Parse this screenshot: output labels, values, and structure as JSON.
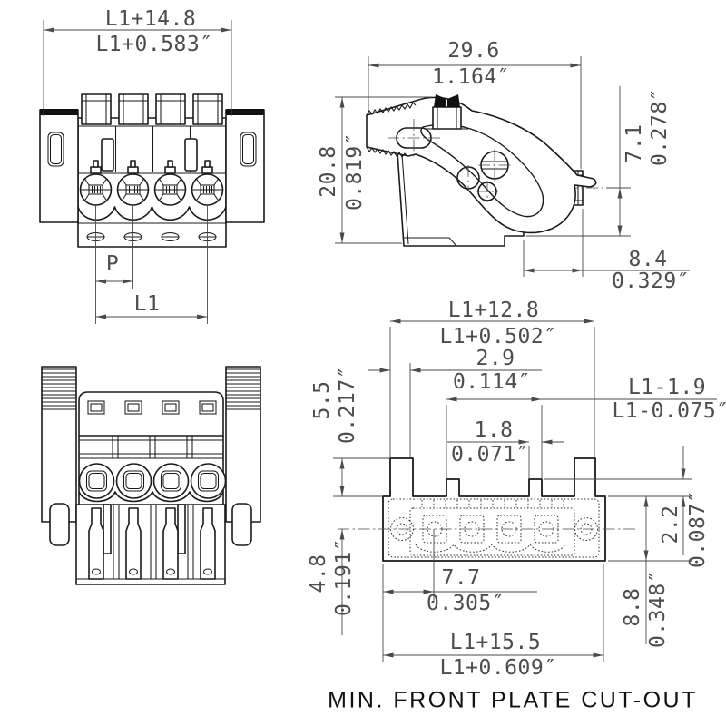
{
  "title": "MIN. FRONT PLATE CUT-OUT",
  "views": {
    "front": {
      "width": {
        "mm": "L1+14.8",
        "inch": "L1+0.583″"
      },
      "pitch": "P",
      "length": "L1"
    },
    "side": {
      "width": {
        "mm": "29.6",
        "inch": "1.164″"
      },
      "height": {
        "mm": "20.8",
        "inch": "0.819″"
      },
      "plug_height": {
        "mm": "7.1",
        "inch": "0.278″"
      },
      "plug_depth": {
        "mm": "8.4",
        "inch": "0.329″"
      }
    },
    "cutout": {
      "outer_tab_span": {
        "mm": "L1+12.8",
        "inch": "L1+0.502″"
      },
      "tab_width": {
        "mm": "2.9",
        "inch": "0.114″"
      },
      "inner_tab_span": {
        "mm": "L1-1.9",
        "inch": "L1-0.075″"
      },
      "small_tab_width": {
        "mm": "1.8",
        "inch": "0.071″"
      },
      "tall_tab_height": {
        "mm": "5.5",
        "inch": "0.217″"
      },
      "hole_offset": {
        "mm": "4.8",
        "inch": "0.191″"
      },
      "small_tab_height": {
        "mm": "2.2",
        "inch": "0.087″"
      },
      "height": {
        "mm": "8.8",
        "inch": "0.348″"
      },
      "edge_to_pole": {
        "mm": "7.7",
        "inch": "0.305″"
      },
      "total_width": {
        "mm": "L1+15.5",
        "inch": "L1+0.609″"
      }
    }
  }
}
